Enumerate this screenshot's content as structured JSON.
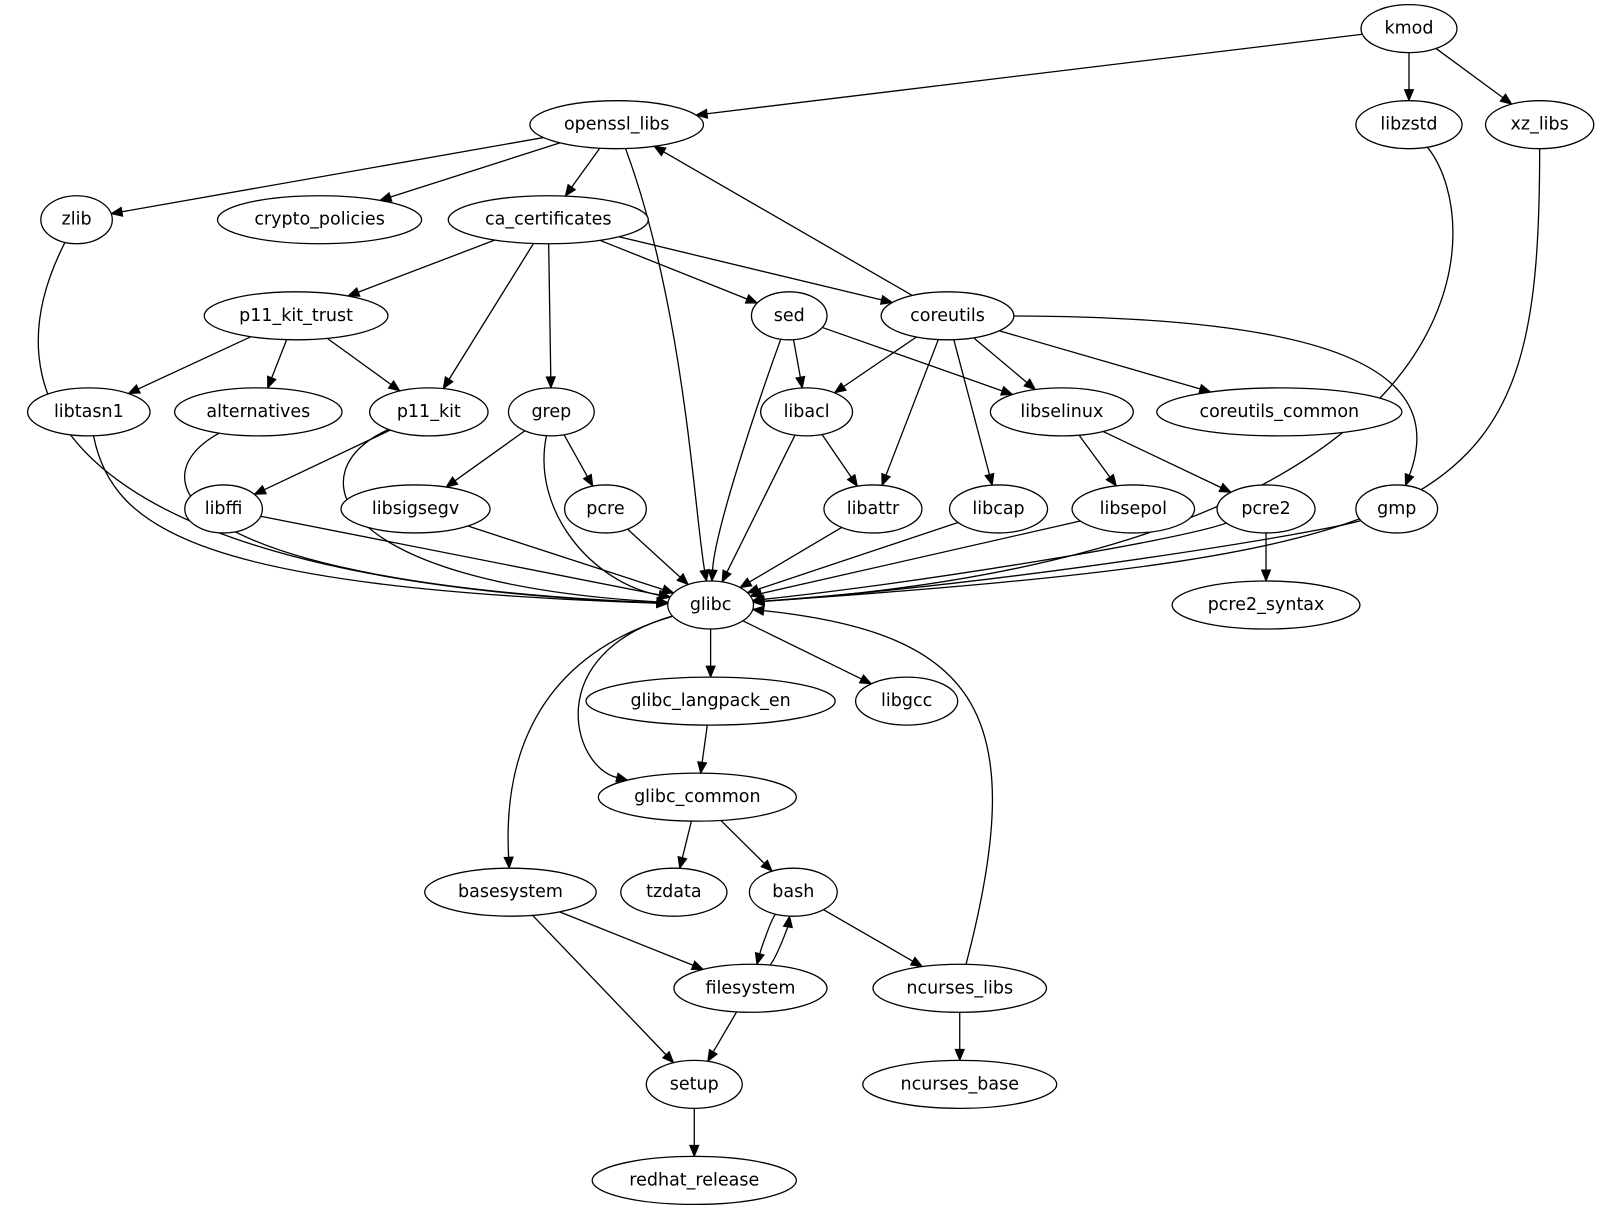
{
  "diagram": {
    "type": "directed-graph",
    "title": "",
    "nodes": [
      {
        "id": "kmod",
        "label": "kmod"
      },
      {
        "id": "openssl_libs",
        "label": "openssl_libs"
      },
      {
        "id": "libzstd",
        "label": "libzstd"
      },
      {
        "id": "xz_libs",
        "label": "xz_libs"
      },
      {
        "id": "zlib",
        "label": "zlib"
      },
      {
        "id": "crypto_policies",
        "label": "crypto_policies"
      },
      {
        "id": "ca_certificates",
        "label": "ca_certificates"
      },
      {
        "id": "p11_kit_trust",
        "label": "p11_kit_trust"
      },
      {
        "id": "sed",
        "label": "sed"
      },
      {
        "id": "coreutils",
        "label": "coreutils"
      },
      {
        "id": "libtasn1",
        "label": "libtasn1"
      },
      {
        "id": "alternatives",
        "label": "alternatives"
      },
      {
        "id": "p11_kit",
        "label": "p11_kit"
      },
      {
        "id": "grep",
        "label": "grep"
      },
      {
        "id": "libacl",
        "label": "libacl"
      },
      {
        "id": "libselinux",
        "label": "libselinux"
      },
      {
        "id": "coreutils_common",
        "label": "coreutils_common"
      },
      {
        "id": "libffi",
        "label": "libffi"
      },
      {
        "id": "libsigsegv",
        "label": "libsigsegv"
      },
      {
        "id": "pcre",
        "label": "pcre"
      },
      {
        "id": "libattr",
        "label": "libattr"
      },
      {
        "id": "libcap",
        "label": "libcap"
      },
      {
        "id": "libsepol",
        "label": "libsepol"
      },
      {
        "id": "pcre2",
        "label": "pcre2"
      },
      {
        "id": "gmp",
        "label": "gmp"
      },
      {
        "id": "glibc",
        "label": "glibc"
      },
      {
        "id": "pcre2_syntax",
        "label": "pcre2_syntax"
      },
      {
        "id": "glibc_langpack_en",
        "label": "glibc_langpack_en"
      },
      {
        "id": "libgcc",
        "label": "libgcc"
      },
      {
        "id": "glibc_common",
        "label": "glibc_common"
      },
      {
        "id": "basesystem",
        "label": "basesystem"
      },
      {
        "id": "tzdata",
        "label": "tzdata"
      },
      {
        "id": "bash",
        "label": "bash"
      },
      {
        "id": "filesystem",
        "label": "filesystem"
      },
      {
        "id": "ncurses_libs",
        "label": "ncurses_libs"
      },
      {
        "id": "setup",
        "label": "setup"
      },
      {
        "id": "ncurses_base",
        "label": "ncurses_base"
      },
      {
        "id": "redhat_release",
        "label": "redhat_release"
      }
    ],
    "edges": [
      {
        "from": "kmod",
        "to": "openssl_libs"
      },
      {
        "from": "kmod",
        "to": "libzstd"
      },
      {
        "from": "kmod",
        "to": "xz_libs"
      },
      {
        "from": "openssl_libs",
        "to": "zlib"
      },
      {
        "from": "openssl_libs",
        "to": "crypto_policies"
      },
      {
        "from": "openssl_libs",
        "to": "ca_certificates"
      },
      {
        "from": "openssl_libs",
        "to": "glibc"
      },
      {
        "from": "ca_certificates",
        "to": "p11_kit_trust"
      },
      {
        "from": "ca_certificates",
        "to": "p11_kit"
      },
      {
        "from": "ca_certificates",
        "to": "grep"
      },
      {
        "from": "ca_certificates",
        "to": "sed"
      },
      {
        "from": "ca_certificates",
        "to": "coreutils"
      },
      {
        "from": "coreutils",
        "to": "openssl_libs"
      },
      {
        "from": "p11_kit_trust",
        "to": "libtasn1"
      },
      {
        "from": "p11_kit_trust",
        "to": "alternatives"
      },
      {
        "from": "p11_kit_trust",
        "to": "p11_kit"
      },
      {
        "from": "sed",
        "to": "libacl"
      },
      {
        "from": "sed",
        "to": "libselinux"
      },
      {
        "from": "sed",
        "to": "glibc"
      },
      {
        "from": "coreutils",
        "to": "libacl"
      },
      {
        "from": "coreutils",
        "to": "libattr"
      },
      {
        "from": "coreutils",
        "to": "libcap"
      },
      {
        "from": "coreutils",
        "to": "libselinux"
      },
      {
        "from": "coreutils",
        "to": "coreutils_common"
      },
      {
        "from": "coreutils",
        "to": "gmp"
      },
      {
        "from": "libacl",
        "to": "libattr"
      },
      {
        "from": "libacl",
        "to": "glibc"
      },
      {
        "from": "libselinux",
        "to": "libsepol"
      },
      {
        "from": "libselinux",
        "to": "pcre2"
      },
      {
        "from": "grep",
        "to": "libsigsegv"
      },
      {
        "from": "grep",
        "to": "pcre"
      },
      {
        "from": "grep",
        "to": "glibc"
      },
      {
        "from": "p11_kit",
        "to": "libffi"
      },
      {
        "from": "p11_kit",
        "to": "glibc"
      },
      {
        "from": "zlib",
        "to": "glibc"
      },
      {
        "from": "libtasn1",
        "to": "glibc"
      },
      {
        "from": "alternatives",
        "to": "glibc"
      },
      {
        "from": "libffi",
        "to": "glibc"
      },
      {
        "from": "libsigsegv",
        "to": "glibc"
      },
      {
        "from": "pcre",
        "to": "glibc"
      },
      {
        "from": "libattr",
        "to": "glibc"
      },
      {
        "from": "libcap",
        "to": "glibc"
      },
      {
        "from": "libsepol",
        "to": "glibc"
      },
      {
        "from": "pcre2",
        "to": "glibc"
      },
      {
        "from": "pcre2",
        "to": "pcre2_syntax"
      },
      {
        "from": "gmp",
        "to": "glibc"
      },
      {
        "from": "libzstd",
        "to": "glibc"
      },
      {
        "from": "xz_libs",
        "to": "glibc"
      },
      {
        "from": "glibc",
        "to": "glibc_langpack_en"
      },
      {
        "from": "glibc",
        "to": "libgcc"
      },
      {
        "from": "glibc",
        "to": "glibc_common"
      },
      {
        "from": "glibc",
        "to": "basesystem"
      },
      {
        "from": "glibc_langpack_en",
        "to": "glibc_common"
      },
      {
        "from": "glibc_common",
        "to": "tzdata"
      },
      {
        "from": "glibc_common",
        "to": "bash"
      },
      {
        "from": "bash",
        "to": "filesystem"
      },
      {
        "from": "filesystem",
        "to": "bash"
      },
      {
        "from": "bash",
        "to": "ncurses_libs"
      },
      {
        "from": "ncurses_libs",
        "to": "glibc"
      },
      {
        "from": "ncurses_libs",
        "to": "ncurses_base"
      },
      {
        "from": "basesystem",
        "to": "filesystem"
      },
      {
        "from": "basesystem",
        "to": "setup"
      },
      {
        "from": "filesystem",
        "to": "setup"
      },
      {
        "from": "setup",
        "to": "redhat_release"
      }
    ]
  }
}
